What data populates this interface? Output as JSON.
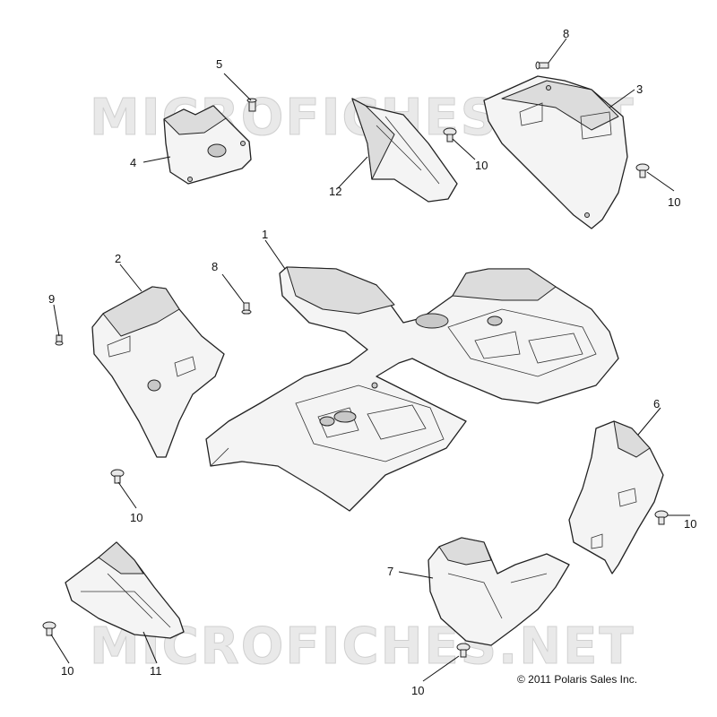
{
  "watermarks": [
    "MICROFICHES.NET",
    "MICROFICHES.NET"
  ],
  "copyright": "© 2011 Polaris Sales Inc.",
  "callouts": {
    "c1": "1",
    "c2": "2",
    "c3": "3",
    "c4": "4",
    "c5": "5",
    "c6": "6",
    "c7": "7",
    "c8a": "8",
    "c8b": "8",
    "c9": "9",
    "c10a": "10",
    "c10b": "10",
    "c10c": "10",
    "c10d": "10",
    "c10e": "10",
    "c10f": "10",
    "c11": "11",
    "c12": "12"
  }
}
